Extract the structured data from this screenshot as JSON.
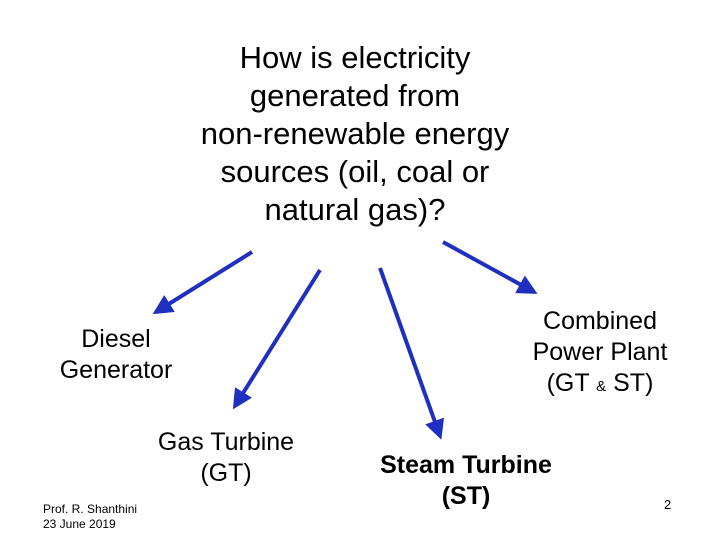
{
  "title": {
    "line1": "How is electricity",
    "line2": "generated from",
    "line3": "non-renewable energy",
    "line4": "sources (oil, coal or",
    "line5": "natural gas)?"
  },
  "nodes": {
    "diesel": {
      "line1": "Diesel",
      "line2": "Generator"
    },
    "gas_turbine": {
      "line1": "Gas Turbine",
      "line2": "(GT)"
    },
    "steam_turbine": {
      "line1": "Steam Turbine",
      "line2": "(ST)"
    },
    "combined": {
      "line1": "Combined",
      "line2": "Power Plant",
      "line3_a": "(GT ",
      "line3_amp": "&",
      "line3_b": " ST)"
    }
  },
  "footer": {
    "author": "Prof. R. Shanthini",
    "date": "23 June 2019"
  },
  "page_number": "2",
  "colors": {
    "arrow": "#1f2fbf",
    "text": "#000000",
    "background": "#ffffff"
  }
}
